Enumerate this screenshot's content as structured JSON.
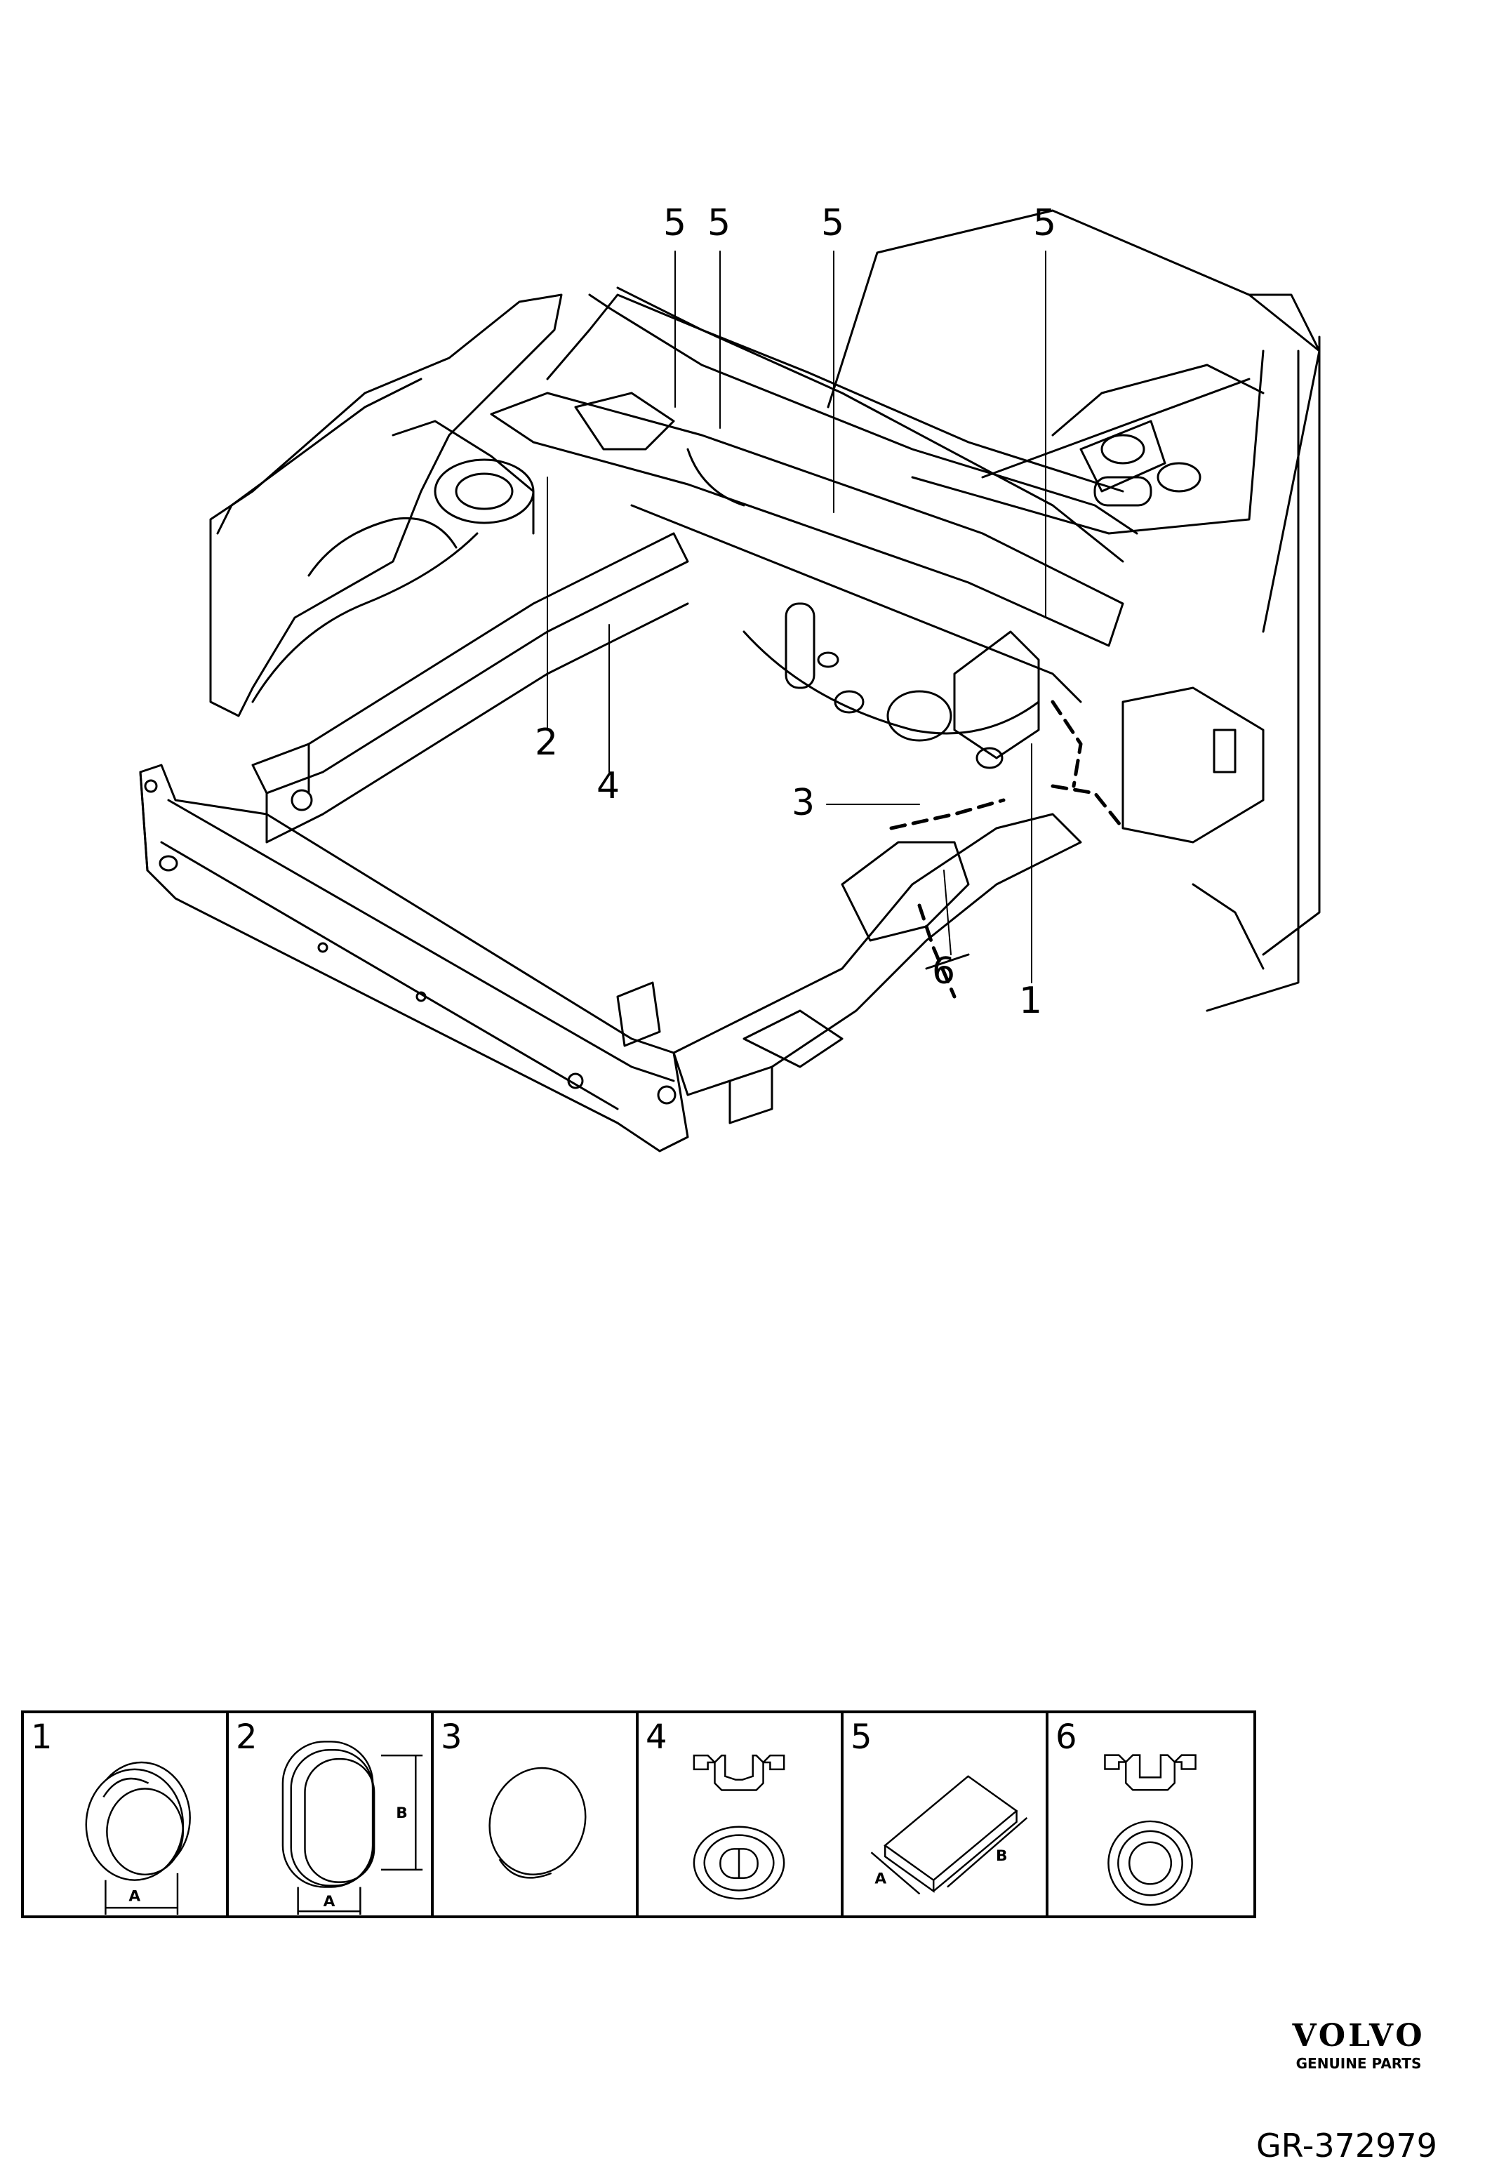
{
  "callouts": {
    "c5a": "5",
    "c5b": "5",
    "c5c": "5",
    "c5d": "5",
    "c2": "2",
    "c4": "4",
    "c3": "3",
    "c6": "6",
    "c1": "1"
  },
  "legend": {
    "items": [
      {
        "num": "1",
        "dims": [
          "A"
        ]
      },
      {
        "num": "2",
        "dims": [
          "B",
          "A"
        ]
      },
      {
        "num": "3",
        "dims": []
      },
      {
        "num": "4",
        "dims": []
      },
      {
        "num": "5",
        "dims": [
          "A",
          "B"
        ]
      },
      {
        "num": "6",
        "dims": []
      }
    ]
  },
  "brand": {
    "name": "VOLVO",
    "sub": "GENUINE PARTS"
  },
  "reference": "GR-372979"
}
